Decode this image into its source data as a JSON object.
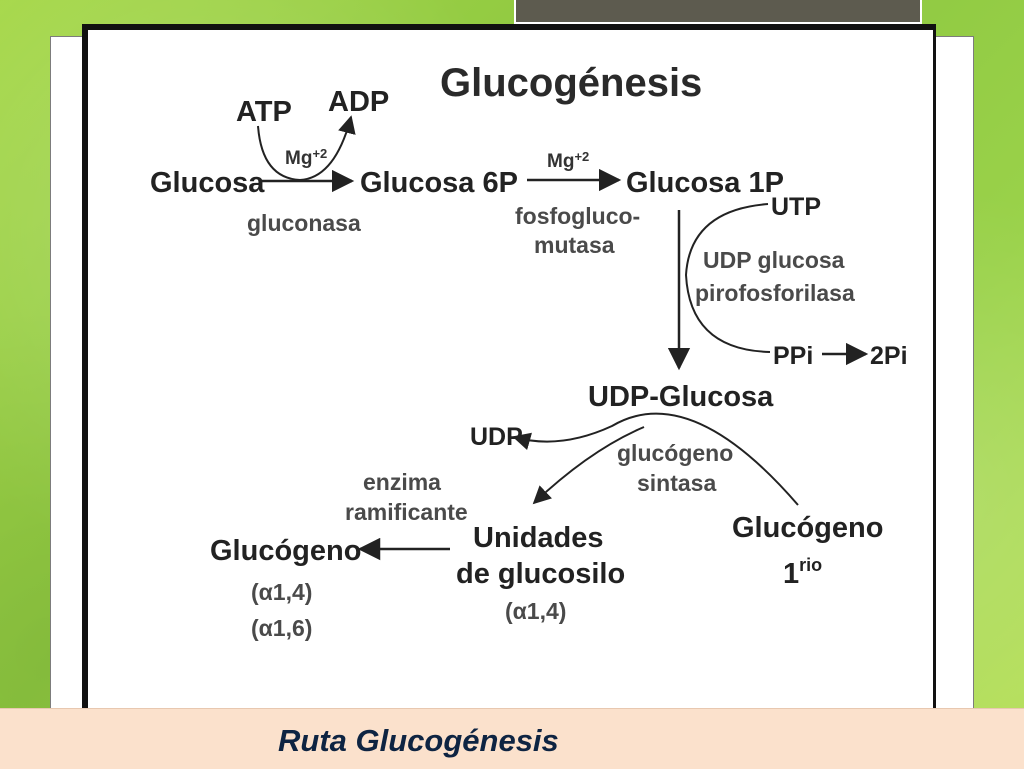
{
  "title": "Glucogénesis",
  "labels": {
    "atp": "ATP",
    "adp": "ADP",
    "mg": "Mg",
    "mg_sup": "+2",
    "glucosa": "Glucosa",
    "glucosa6p": "Glucosa 6P",
    "glucosa1p": "Glucosa 1P",
    "gluconasa": "gluconasa",
    "fosfogluco_1": "fosfogluco-",
    "fosfogluco_2": "mutasa",
    "utp": "UTP",
    "udp_pyro_1": "UDP glucosa",
    "udp_pyro_2": "pirofosforilasa",
    "ppi": "PPi",
    "two_pi": "2Pi",
    "udp_glucosa": "UDP-Glucosa",
    "udp": "UDP",
    "gs_1": "glucógeno",
    "gs_2": "sintasa",
    "enzima_1": "enzima",
    "enzima_2": "ramificante",
    "glucogeno_left": "Glucógeno",
    "alpha14_left": "(α1,4)",
    "alpha16_left": "(α1,6)",
    "unidades_1": "Unidades",
    "unidades_2": "de glucosilo",
    "alpha14_mid": "(α1,4)",
    "glucogeno_right": "Glucógeno",
    "primer_1": "1",
    "primer_sup": "rio"
  },
  "caption": "Ruta Glucogénesis",
  "colors": {
    "background_green": "#8cc63f",
    "caption_bar": "#fbe1cc",
    "caption_text": "#0e2442",
    "top_tab": "#5d5b4f"
  }
}
